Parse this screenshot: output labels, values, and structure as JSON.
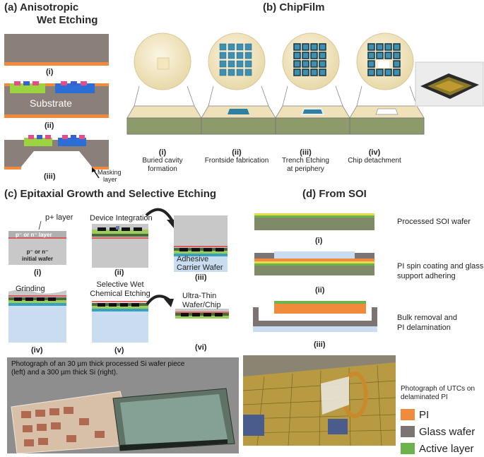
{
  "panel_a": {
    "title_line1": "(a)  Anisotropic",
    "title_line2": "Wet Etching",
    "steps": [
      "(i)",
      "(ii)",
      "(iii)"
    ],
    "substrate_label": "Substrate",
    "masking_label_line1": "Masking",
    "masking_label_line2": "layer"
  },
  "panel_b": {
    "title": "(b) ChipFilm",
    "steps": [
      {
        "num": "(i)",
        "line1": "Buried cavity",
        "line2": "formation"
      },
      {
        "num": "(ii)",
        "line1": "Frontside fabrication",
        "line2": ""
      },
      {
        "num": "(iii)",
        "line1": "Trench Etching",
        "line2": "at periphery"
      },
      {
        "num": "(iv)",
        "line1": "Chip detachment",
        "line2": ""
      }
    ]
  },
  "panel_c": {
    "title": "(c) Epitaxial Growth and Selective Etching",
    "p_layer": "p+ layer",
    "p_or_n_layer": "p⁻ or n⁻ layer",
    "initial_line1": "p⁻ or n⁻",
    "initial_line2": "initial wafer",
    "device_integration": "Device Integration",
    "adhesive": "Adhesive",
    "carrier_wafer": "Carrier Wafer",
    "grinding": "Grinding",
    "selective_line1": "Selective Wet",
    "selective_line2": "Chemical Etching",
    "ultra_line1": "Ultra-Thin",
    "ultra_line2": "Wafer/Chip",
    "steps": [
      "(i)",
      "(ii)",
      "(iii)",
      "(iv)",
      "(v)",
      "(vi)"
    ],
    "photo_caption_line1": "Photograph of an 30 µm thick processed Si wafer piece",
    "photo_caption_line2": "(left) and a 300 µm thick Si (right)."
  },
  "panel_d": {
    "title": "(d) From SOI",
    "step1": "Processed SOI wafer",
    "step2_line1": "PI spin coating and glass",
    "step2_line2": "support adhering",
    "step3_line1": "Bulk removal and",
    "step3_line2": "PI delamination",
    "steps": [
      "(i)",
      "(ii)",
      "(iii)"
    ],
    "photo_caption_line1": "Photograph of UTCs on",
    "photo_caption_line2": "delaminated PI",
    "legend": [
      {
        "label": "PI",
        "color": "#f08a3c"
      },
      {
        "label": "Glass wafer",
        "color": "#7b7472"
      },
      {
        "label": "Active layer",
        "color": "#6cb34b"
      }
    ]
  },
  "colors": {
    "substrate": "#8b7f79",
    "orange": "#f08a3c",
    "green": "#6cb34b",
    "blue": "#2b6fd6",
    "gray_wafer": "#c8c8c8",
    "light_blue": "#c9dcf0",
    "red_line": "#d93a3a",
    "soi_bulk": "#7e8a68"
  }
}
